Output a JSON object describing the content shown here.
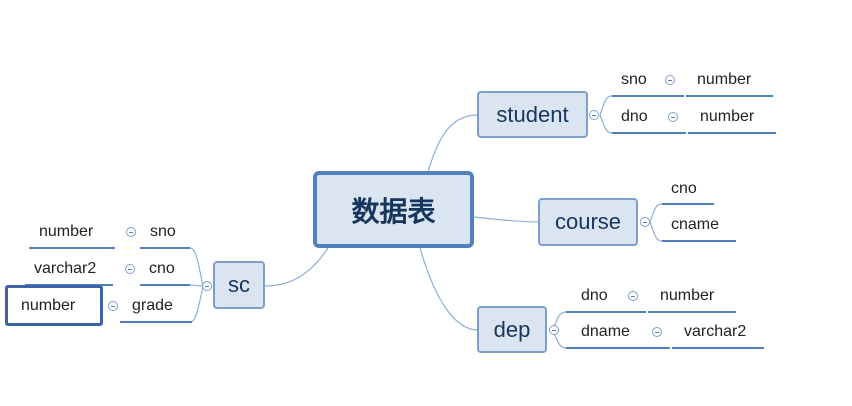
{
  "root": {
    "label": "数据表"
  },
  "tables": {
    "student": {
      "label": "student",
      "fields": [
        {
          "name": "sno",
          "type": "number"
        },
        {
          "name": "dno",
          "type": "number"
        }
      ]
    },
    "course": {
      "label": "course",
      "fields": [
        {
          "name": "cno"
        },
        {
          "name": "cname"
        }
      ]
    },
    "dep": {
      "label": "dep",
      "fields": [
        {
          "name": "dno",
          "type": "number"
        },
        {
          "name": "dname",
          "type": "varchar2"
        }
      ]
    },
    "sc": {
      "label": "sc",
      "fields": [
        {
          "name": "sno",
          "type": "number"
        },
        {
          "name": "cno",
          "type": "varchar2"
        },
        {
          "name": "grade",
          "type": "number"
        }
      ]
    }
  },
  "selected": "sc.grade.type",
  "colors": {
    "node_fill": "#dbe5f1",
    "node_border": "#7ba0cd",
    "root_border": "#4f81bd",
    "line": "#4f81bd"
  }
}
